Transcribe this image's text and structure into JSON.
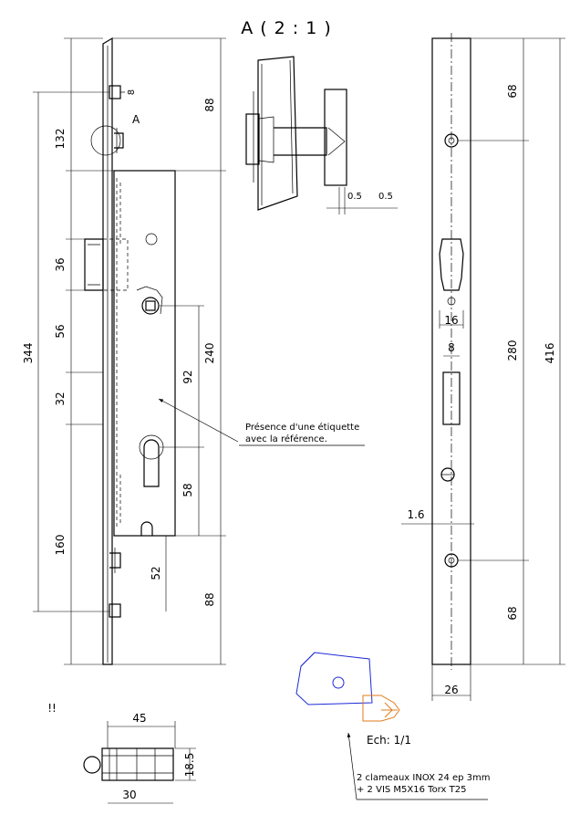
{
  "detail_title": "A ( 2 : 1 )",
  "detail_marker": "A",
  "marker_hash": "!!",
  "front_view": {
    "dims_left": [
      "132",
      "36",
      "56",
      "32",
      "160"
    ],
    "dim_total_left": "344",
    "dims_right": [
      "88",
      "240",
      "92",
      "58",
      "52",
      "88"
    ],
    "screw_size": "8"
  },
  "note_label": {
    "line1": "Présence d'une étiquette",
    "line2": "avec la référence."
  },
  "detail_view": {
    "dim_a": "0.5",
    "dim_b": "0.5"
  },
  "side_view": {
    "dim_top": "68",
    "dim_middle": "280",
    "dim_bottom": "68",
    "dim_total": "416",
    "dim_width": "26",
    "dim_slot": "16",
    "dim_rect": "8",
    "dim_offset": "1.6"
  },
  "bottom_view": {
    "dim_width": "45",
    "dim_height": "18.5",
    "dim_inner": "30"
  },
  "part_note": {
    "scale": "Ech: 1/1",
    "line1": "2 clameaux INOX 24 ep 3mm",
    "line2": "+ 2 VIS M5X16 Torx T25"
  },
  "colors": {
    "line": "#000000",
    "part_outline": "#1f2bd6",
    "screw_outline": "#e07b1a"
  }
}
